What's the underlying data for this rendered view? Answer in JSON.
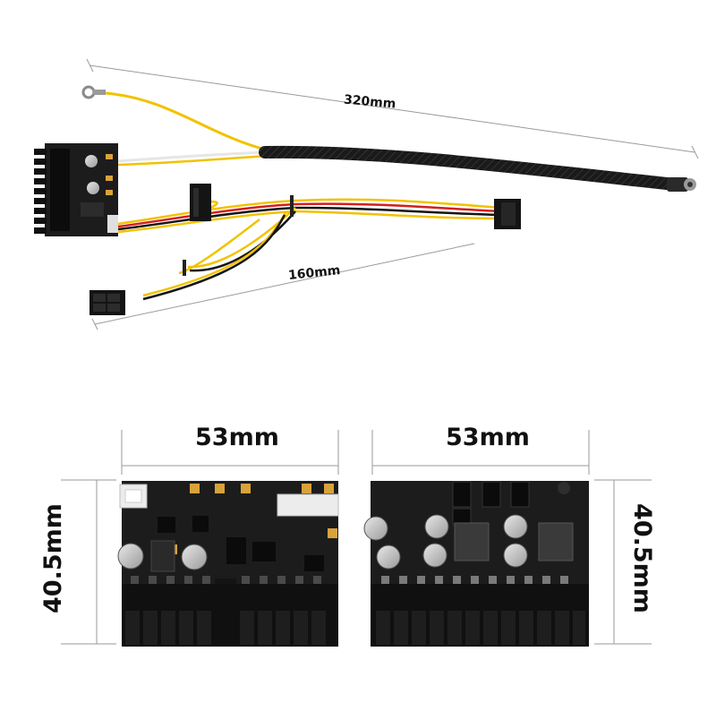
{
  "dimensions": {
    "cable_long": "320mm",
    "cable_short": "160mm",
    "board_width_front": "53mm",
    "board_width_back": "53mm",
    "board_height_left": "40.5mm",
    "board_height_right": "40.5mm"
  },
  "colors": {
    "pcb": "#1c1c1c",
    "pin": "#101010",
    "wire_yellow": "#f2c200",
    "wire_red": "#d21f1f",
    "wire_black": "#151515",
    "capacitor_gold": "#d9a23a",
    "sleeve": "#1a1a1a"
  }
}
